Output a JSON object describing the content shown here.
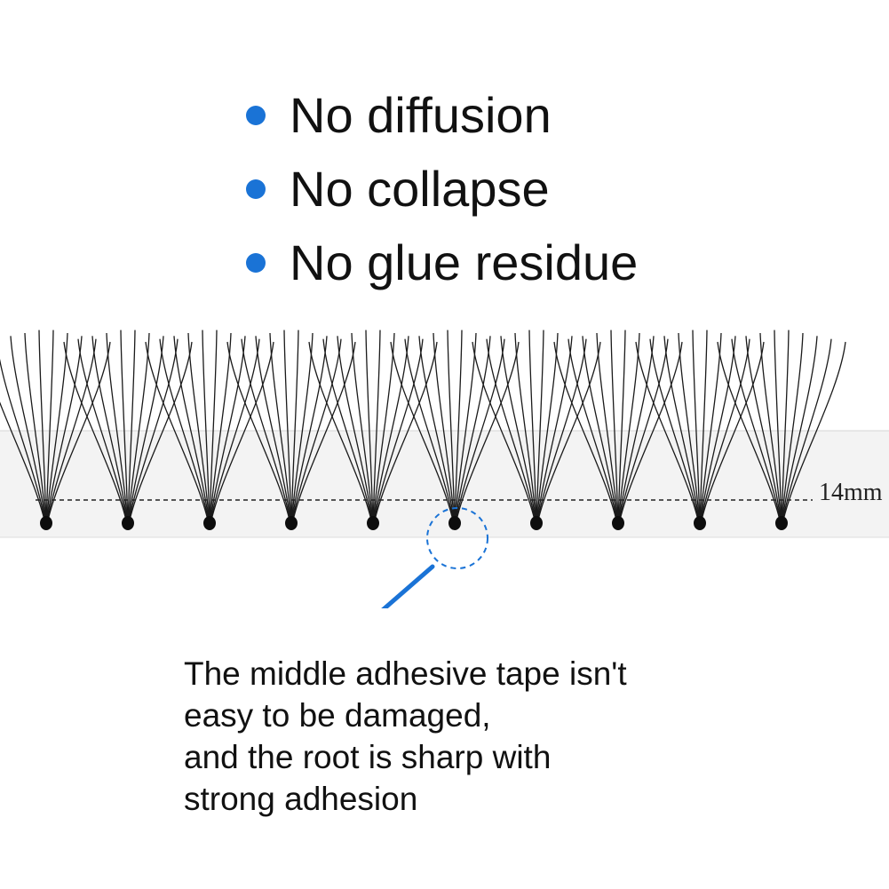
{
  "features": [
    {
      "text": "No diffusion"
    },
    {
      "text": "No collapse"
    },
    {
      "text": "No glue residue"
    }
  ],
  "lash_strip": {
    "length_label": "14mm",
    "cluster_count": 10
  },
  "caption": {
    "lines": [
      "The middle adhesive tape isn't",
      "easy to be damaged,",
      "and the root is sharp with",
      "strong adhesion"
    ]
  },
  "colors": {
    "accent": "#1a73d6",
    "text": "#111111",
    "lash": "#1a1a1a"
  }
}
